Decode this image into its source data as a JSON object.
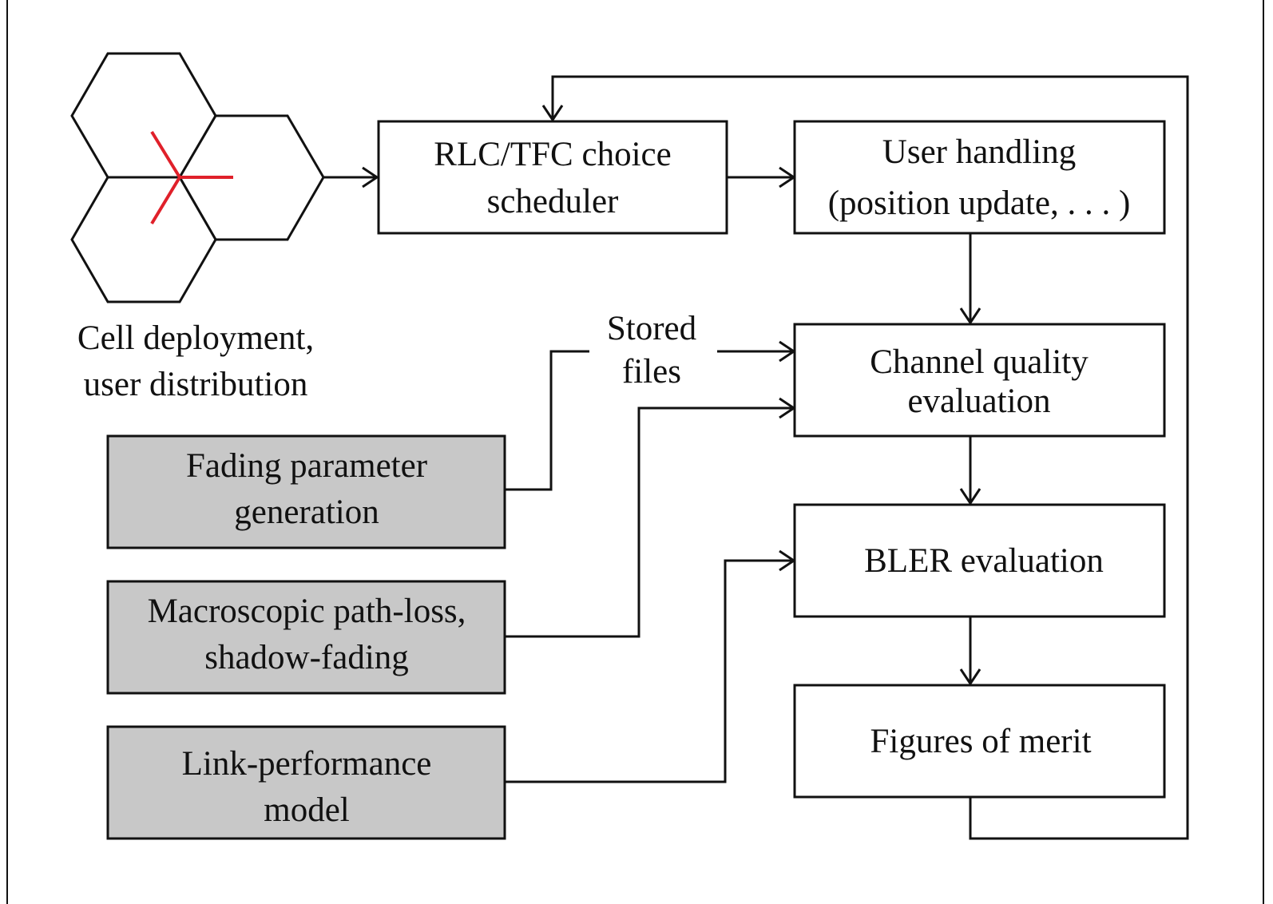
{
  "diagram": {
    "colors": {
      "line": "#111111",
      "white_box": "#ffffff",
      "gray_box": "#c8c8c8",
      "antenna": "#e0202a"
    },
    "cell_deployment": {
      "icon": "hexagonal-cell-antenna-icon",
      "label_line1": "Cell deployment,",
      "label_line2": "user distribution"
    },
    "boxes": {
      "scheduler": {
        "line1": "RLC/TFC choice",
        "line2": "scheduler"
      },
      "user_handling": {
        "line1": "User handling",
        "line2": "(position update, . . . )"
      },
      "channel_quality": {
        "line1": "Channel quality",
        "line2": "evaluation"
      },
      "bler": {
        "line1": "BLER evaluation"
      },
      "figures": {
        "line1": "Figures of merit"
      },
      "fading": {
        "line1": "Fading parameter",
        "line2": "generation"
      },
      "macroscopic": {
        "line1": "Macroscopic path-loss,",
        "line2": "shadow-fading"
      },
      "link_perf": {
        "line1": "Link-performance",
        "line2": "model"
      }
    },
    "stored_files": {
      "line1": "Stored",
      "line2": "files"
    }
  }
}
